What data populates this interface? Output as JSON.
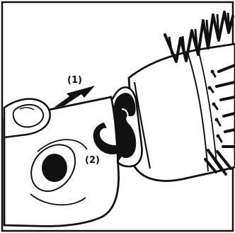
{
  "figure": {
    "step_labels": [
      {
        "text": "(1)"
      },
      {
        "text": "(2)"
      }
    ],
    "icons": {
      "frame": "border-frame",
      "hand": "thumb-icon",
      "handle": "dryer-handle-icon",
      "button": "release-button-icon",
      "brush": "round-brush-icon",
      "push_arrow": "push-arrow-icon",
      "rotate_arrow": "rotate-arrow-icon"
    },
    "colors": {
      "ink": "#111111",
      "paper": "#ffffff"
    }
  }
}
